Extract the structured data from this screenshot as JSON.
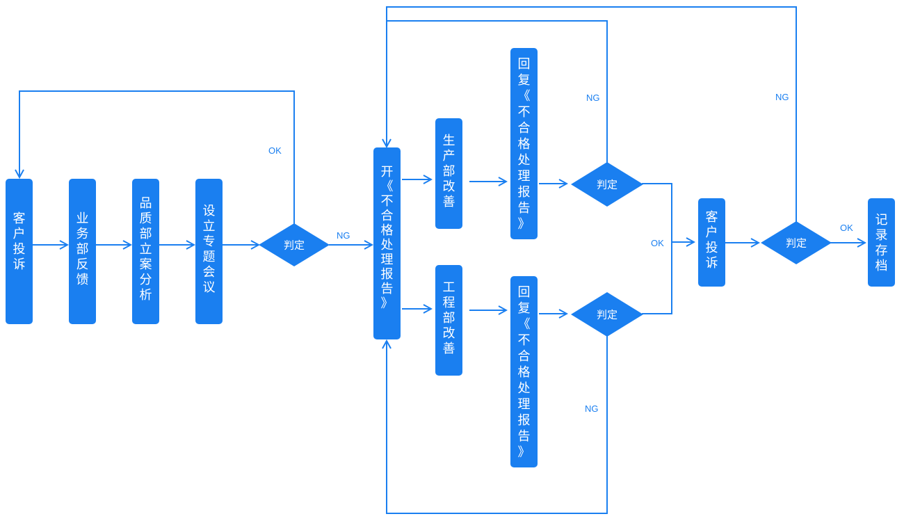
{
  "colors": {
    "primary": "#1a7ff0",
    "text_on_primary": "#ffffff",
    "background": "#ffffff"
  },
  "nodes": {
    "complaint_start": "客户投诉",
    "sales_feedback": "业务部反馈",
    "quality_case": "品质部立案分析",
    "special_meeting": "设立专题会议",
    "judge_1": "判定",
    "open_report": "开《不合格处理报告》",
    "production_improve": "生产部改善",
    "engineering_improve": "工程部改善",
    "reply_report_top": "回复《不合格处理报告》",
    "reply_report_bottom": "回复《不合格处理报告》",
    "judge_top": "判定",
    "judge_bottom": "判定",
    "complaint_confirm": "客户投诉",
    "judge_final": "判定",
    "record_archive": "记录存档"
  },
  "edge_labels": {
    "judge1_ok": "OK",
    "judge1_ng": "NG",
    "judge_top_ng": "NG",
    "judge_bottom_ng": "NG",
    "merge_ok": "OK",
    "final_ng": "NG",
    "final_ok": "OK"
  }
}
